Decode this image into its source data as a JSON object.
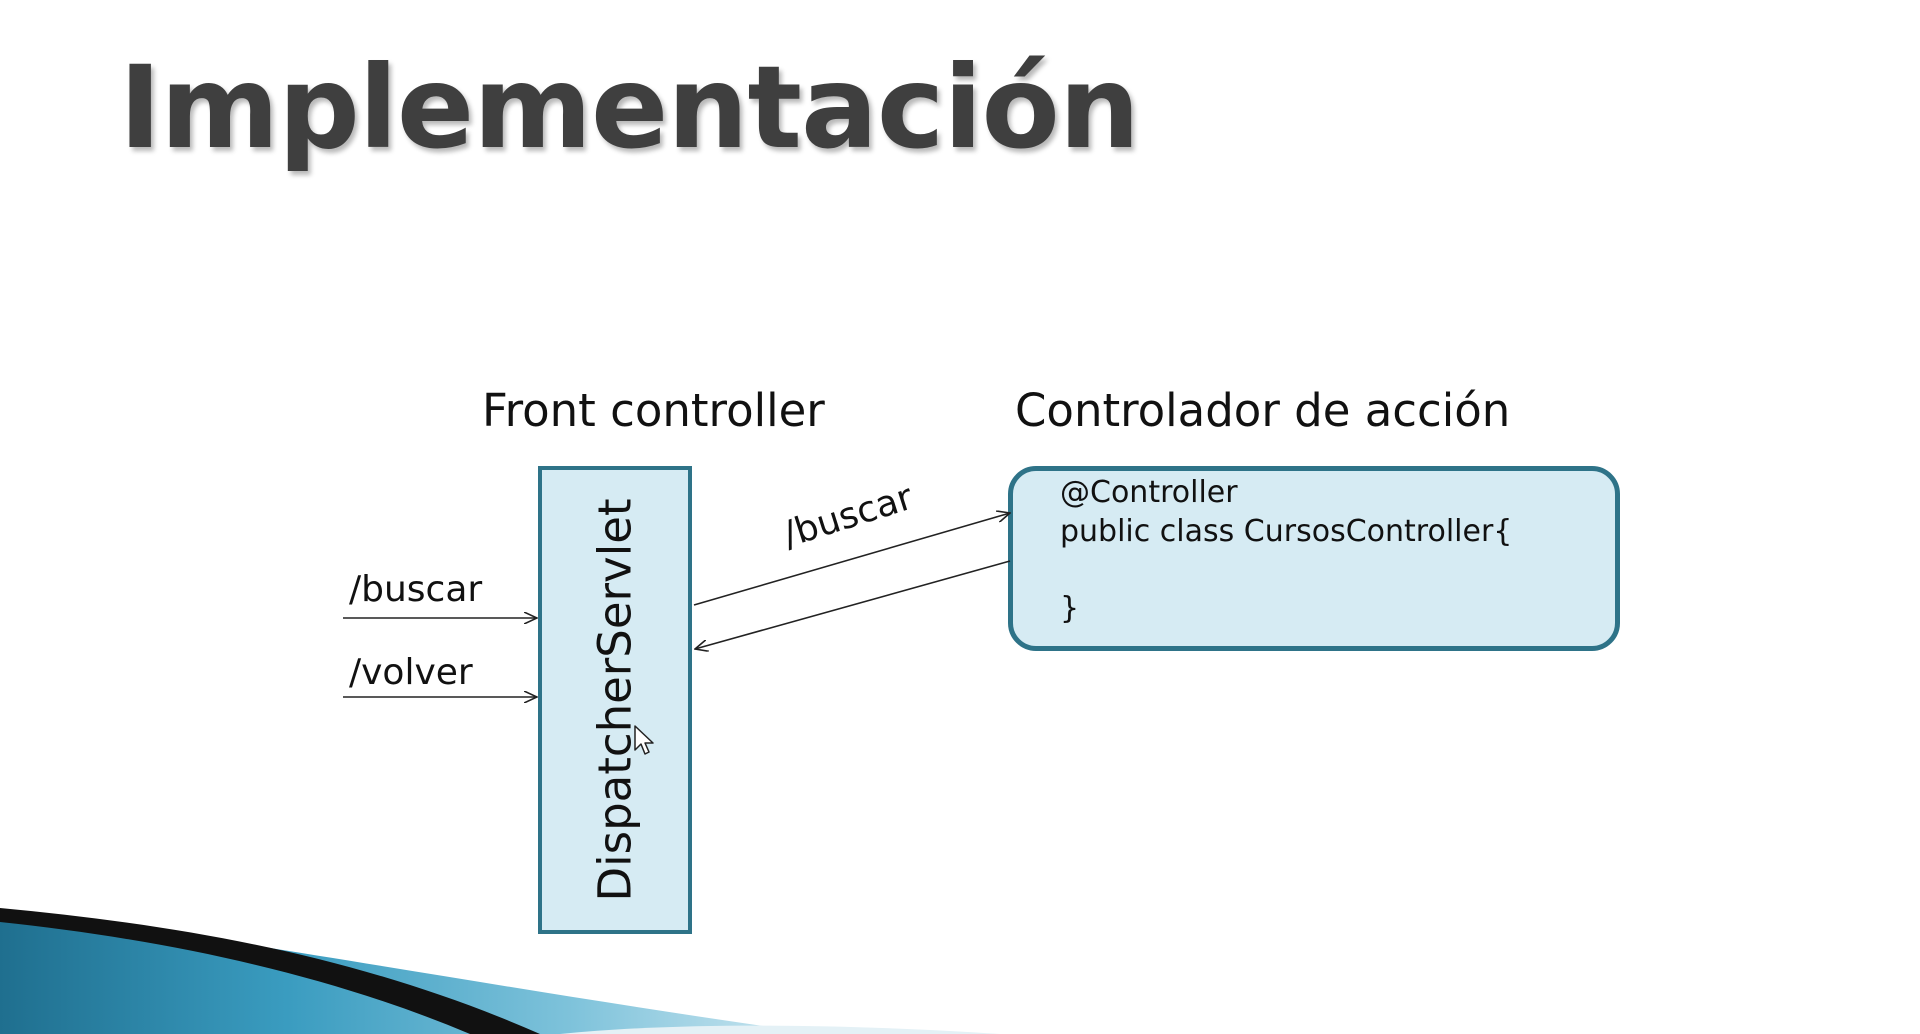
{
  "slide": {
    "title": "Implementación"
  },
  "diagram": {
    "front_controller_heading": "Front controller",
    "action_controller_heading": "Controlador de acción",
    "dispatcher_label": "DispatcherServlet",
    "incoming_routes": [
      "/buscar",
      "/volver"
    ],
    "forwarded_route": "/buscar",
    "controller_code": [
      "@Controller",
      "public class CursosController{",
      "}"
    ]
  },
  "colors": {
    "box_fill": "#d6ebf3",
    "box_border": "#2e7388",
    "title_text": "#3f3f3f",
    "decoration_teal": "#2f8fb0"
  }
}
